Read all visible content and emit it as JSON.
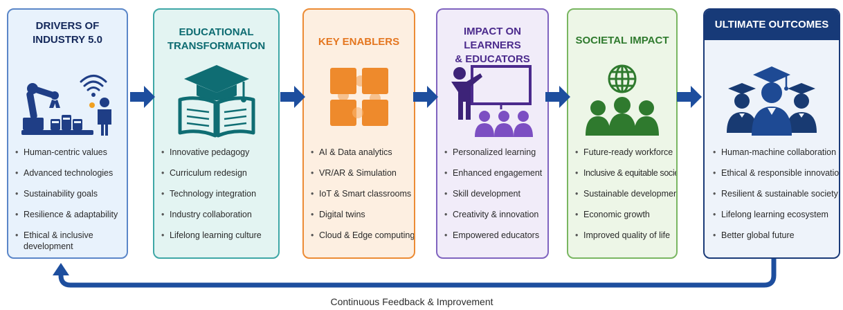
{
  "columns": [
    {
      "title": "DRIVERS OF\nINDUSTRY 5.0",
      "icon": "robot-arm-factory-icon",
      "items": [
        "Human-centric values",
        "Advanced technologies",
        "Sustainability goals",
        "Resilience & adaptability",
        "Ethical & inclusive development"
      ]
    },
    {
      "title": "EDUCATIONAL\nTRANSFORMATION",
      "icon": "graduation-book-icon",
      "items": [
        "Innovative pedagogy",
        "Curriculum redesign",
        "Technology integration",
        "Industry collaboration",
        "Lifelong learning culture"
      ]
    },
    {
      "title": "KEY ENABLERS",
      "icon": "puzzle-icon",
      "items": [
        "AI & Data analytics",
        "VR/AR & Simulation",
        "IoT & Smart classrooms",
        "Digital twins",
        "Cloud & Edge computing"
      ]
    },
    {
      "title": "IMPACT ON LEARNERS\n& EDUCATORS",
      "icon": "teacher-audience-icon",
      "items": [
        "Personalized learning",
        "Enhanced engagement",
        "Skill development",
        "Creativity & innovation",
        "Empowered educators"
      ]
    },
    {
      "title": "SOCIETAL IMPACT",
      "icon": "globe-people-icon",
      "items": [
        "Future-ready workforce",
        "Inclusive & equitable society",
        "Sustainable development",
        "Economic growth",
        "Improved quality of life"
      ]
    },
    {
      "title": "ULTIMATE OUTCOMES",
      "icon": "graduates-icon",
      "items": [
        "Human-machine collaboration",
        "Ethical & responsible innovation",
        "Resilient & sustainable society",
        "Lifelong learning ecosystem",
        "Better global future"
      ]
    }
  ],
  "feedback_label": "Continuous Feedback & Improvement",
  "colors": {
    "arrow": "#1d4e9e",
    "drivers": "#5a86c8",
    "education": "#3ea7a6",
    "enablers": "#ec8b34",
    "impact": "#7f63bf",
    "societal": "#79b661",
    "outcomes": "#173a78"
  }
}
